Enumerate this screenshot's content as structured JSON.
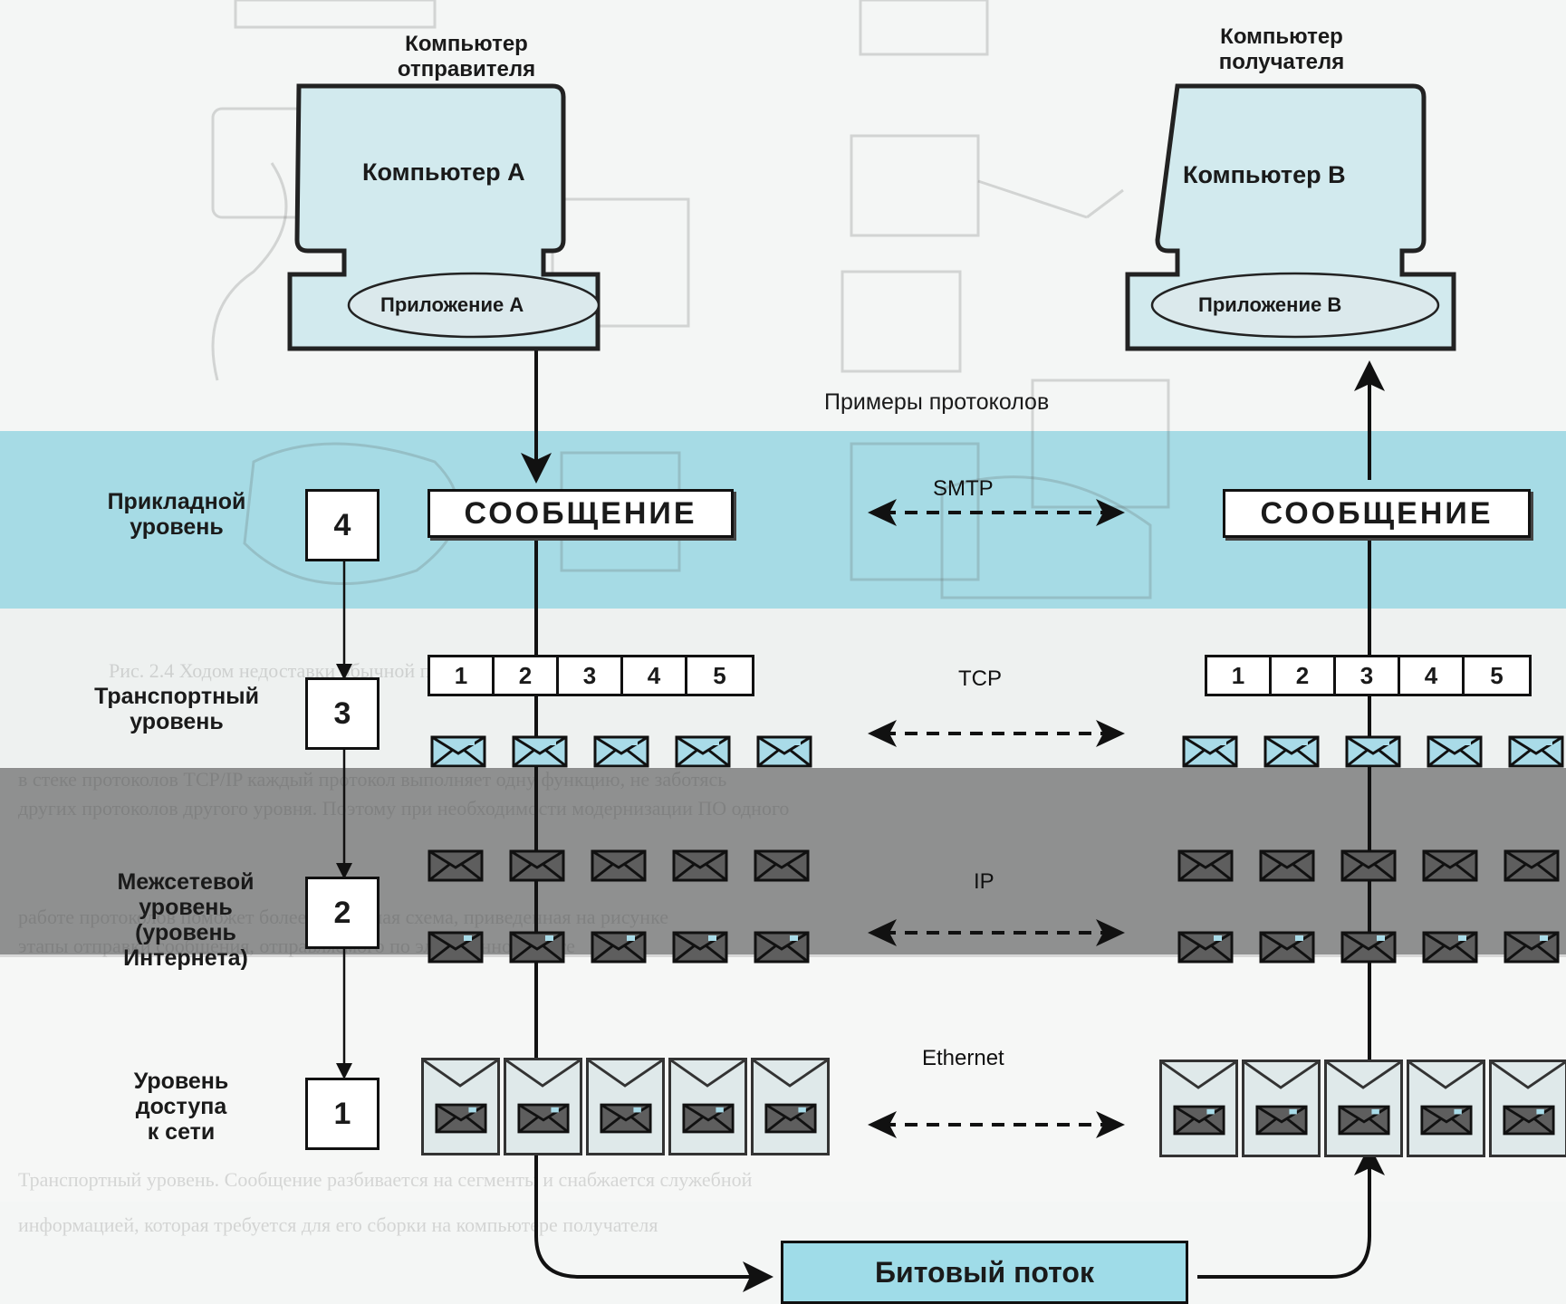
{
  "sender": {
    "title": "Компьютер\nотправителя",
    "computer": "Компьютер А",
    "app": "Приложение А"
  },
  "receiver": {
    "title": "Компьютер\nполучателя",
    "computer": "Компьютер В",
    "app": "Приложение В"
  },
  "protocols_title": "Примеры протоколов",
  "layers": [
    {
      "number": "4",
      "name": "Прикладной\nуровень",
      "protocol": "SMTP"
    },
    {
      "number": "3",
      "name": "Транспортный\nуровень",
      "protocol": "TCP"
    },
    {
      "number": "2",
      "name": "Межсетевой\nуровень\n(уровень\nИнтернета)",
      "protocol": "IP"
    },
    {
      "number": "1",
      "name": "Уровень\nдоступа\nк сети",
      "protocol": "Ethernet"
    }
  ],
  "message_label": "СООБЩЕНИЕ",
  "segments": [
    "1",
    "2",
    "3",
    "4",
    "5"
  ],
  "bitstream": "Битовый поток",
  "colors": {
    "application_band": "#a6dbe5",
    "internet_band": "#8f9090",
    "bitstream_fill": "#9fdce8",
    "envelope_light": "#a9dbe8",
    "envelope_dark": "#5e5e5e"
  }
}
